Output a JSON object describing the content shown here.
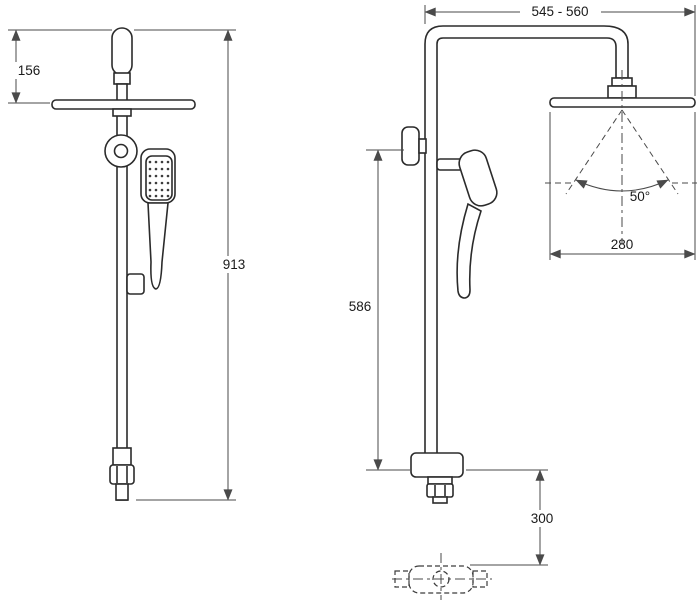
{
  "drawing": {
    "background": "#ffffff",
    "fixture_line_color": "#2b2b2b",
    "dimension_line_color": "#4a4a4a",
    "text_color": "#1a1a1a",
    "dims": {
      "head_offset": "156",
      "total_height": "913",
      "overall_width": "545 - 560",
      "spray_angle": "50°",
      "head_width": "280",
      "bar_height": "586",
      "outlet_height": "300"
    }
  }
}
